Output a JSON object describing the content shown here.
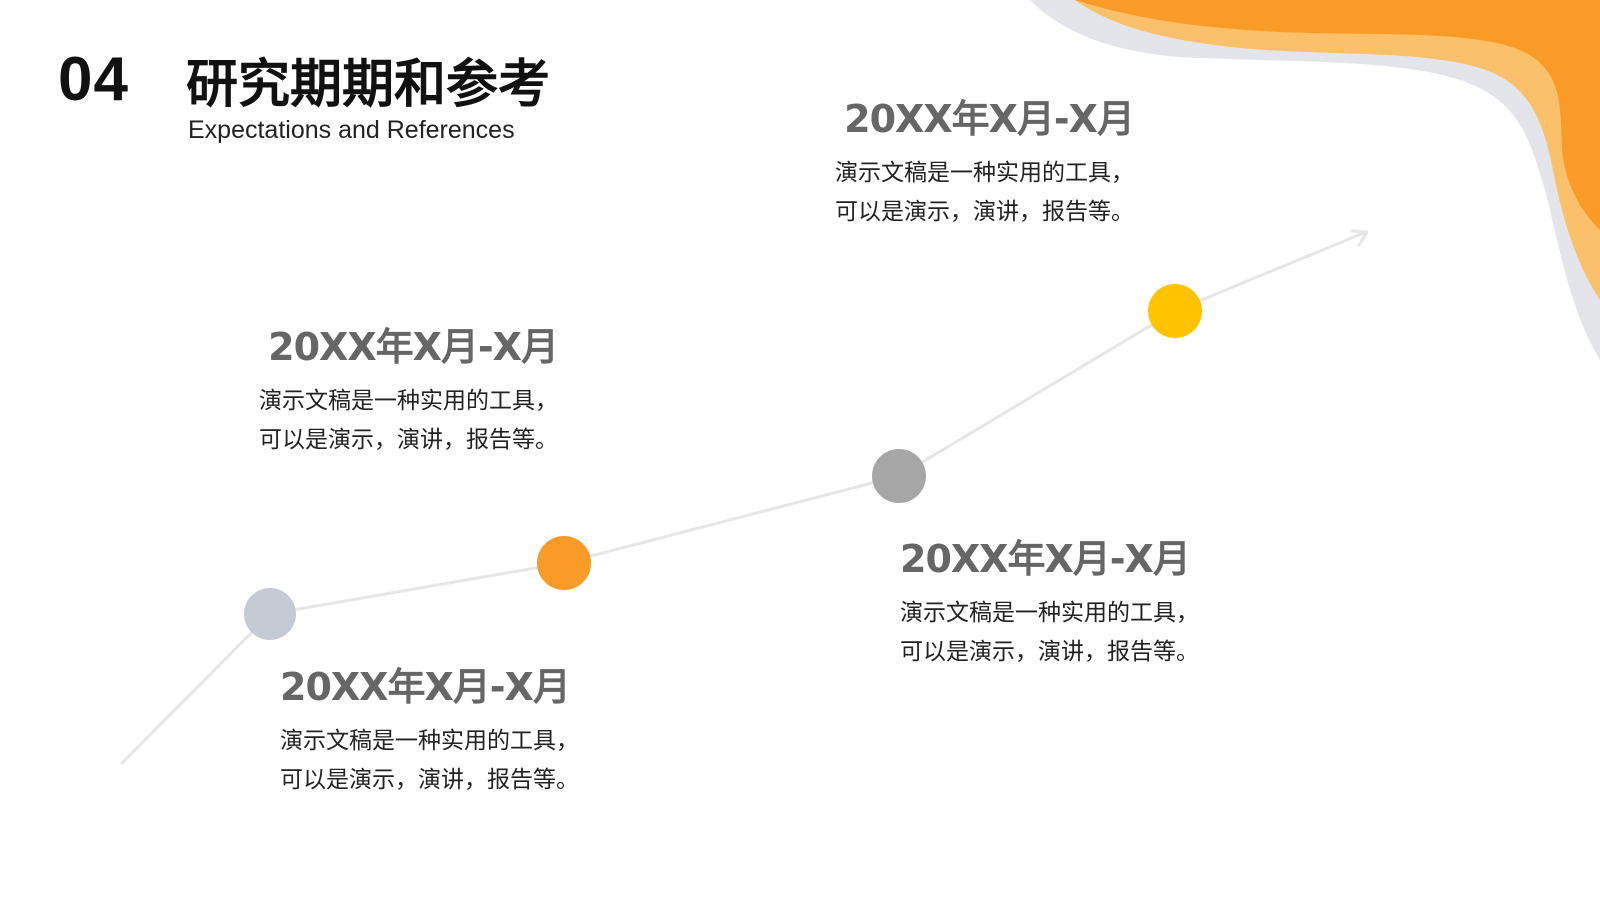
{
  "header": {
    "section_number": "04",
    "title": "研究期期和参考",
    "subtitle": "Expectations and References"
  },
  "colors": {
    "accent_orange": "#F99B26",
    "accent_yellow": "#FFC300",
    "node_gray": "#A6A6A6",
    "node_light": "#C5C9D3",
    "line_gray": "#E6E6E6",
    "wave_gray": "#E4E5EB"
  },
  "timeline": {
    "milestones": [
      {
        "date": "20XX年X月-X月",
        "desc": "演示文稿是一种实用的工具，可以是演示，演讲，报告等。"
      },
      {
        "date": "20XX年X月-X月",
        "desc": "演示文稿是一种实用的工具，可以是演示，演讲，报告等。"
      },
      {
        "date": "20XX年X月-X月",
        "desc": "演示文稿是一种实用的工具，可以是演示，演讲，报告等。"
      },
      {
        "date": "20XX年X月-X月",
        "desc": "演示文稿是一种实用的工具，可以是演示，演讲，报告等。"
      }
    ]
  }
}
